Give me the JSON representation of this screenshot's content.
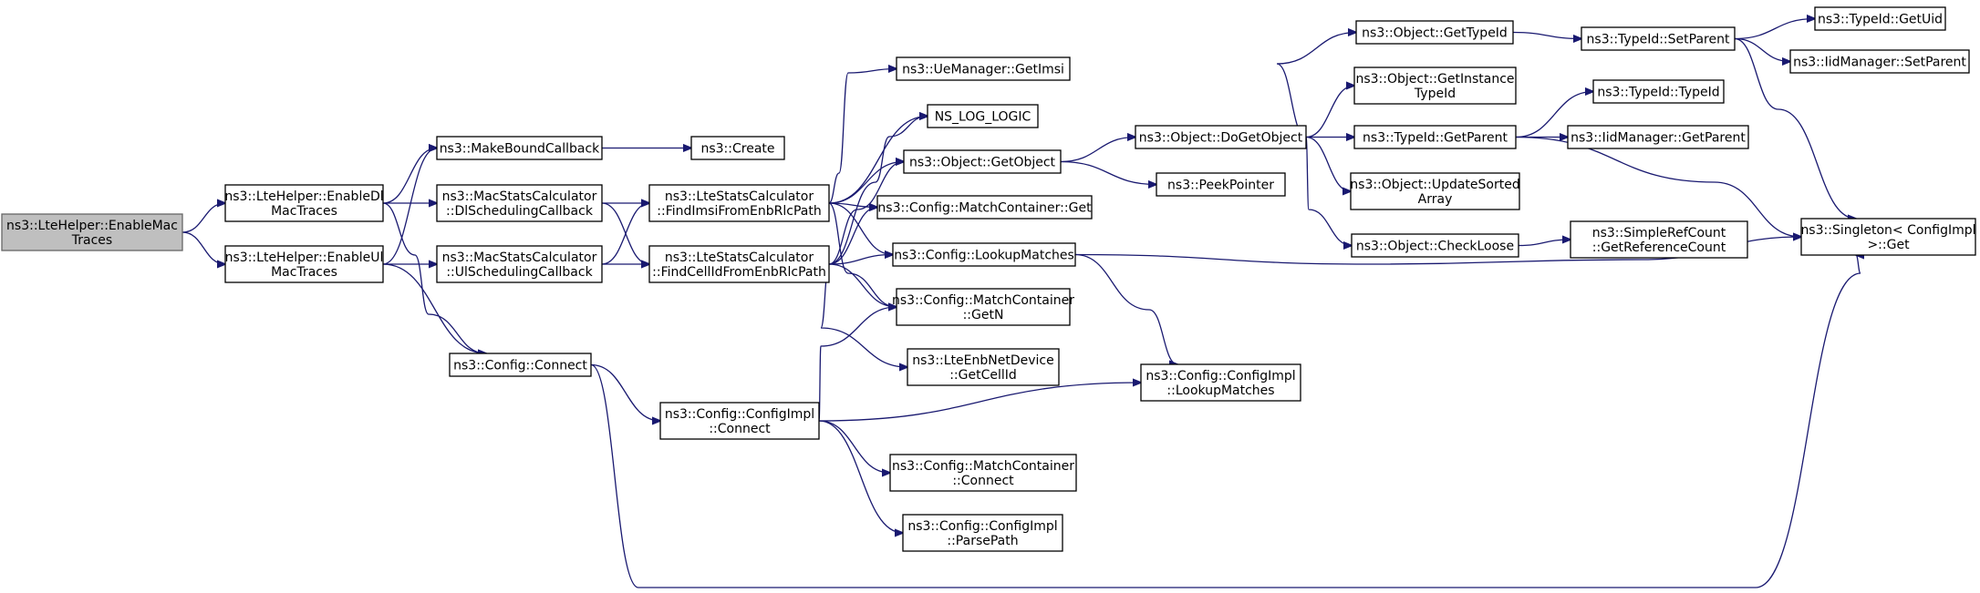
{
  "nodes": [
    {
      "id": "root",
      "lines": [
        "ns3::LteHelper::EnableMac",
        "Traces"
      ],
      "root": true
    },
    {
      "id": "dl",
      "lines": [
        "ns3::LteHelper::EnableDl",
        "MacTraces"
      ]
    },
    {
      "id": "ul",
      "lines": [
        "ns3::LteHelper::EnableUl",
        "MacTraces"
      ]
    },
    {
      "id": "mbc",
      "lines": [
        "ns3::MakeBoundCallback"
      ]
    },
    {
      "id": "create",
      "lines": [
        "ns3::Create"
      ]
    },
    {
      "id": "dlsched",
      "lines": [
        "ns3::MacStatsCalculator",
        "::DlSchedulingCallback"
      ]
    },
    {
      "id": "ulsched",
      "lines": [
        "ns3::MacStatsCalculator",
        "::UlSchedulingCallback"
      ]
    },
    {
      "id": "findimsi",
      "lines": [
        "ns3::LteStatsCalculator",
        "::FindImsiFromEnbRlcPath"
      ]
    },
    {
      "id": "findcell",
      "lines": [
        "ns3::LteStatsCalculator",
        "::FindCellIdFromEnbRlcPath"
      ]
    },
    {
      "id": "connect",
      "lines": [
        "ns3::Config::Connect"
      ]
    },
    {
      "id": "implconnect",
      "lines": [
        "ns3::Config::ConfigImpl",
        "::Connect"
      ]
    },
    {
      "id": "getimsi",
      "lines": [
        "ns3::UeManager::GetImsi"
      ]
    },
    {
      "id": "nslog",
      "lines": [
        "NS_LOG_LOGIC"
      ]
    },
    {
      "id": "getobject",
      "lines": [
        "ns3::Object::GetObject"
      ]
    },
    {
      "id": "mcget",
      "lines": [
        "ns3::Config::MatchContainer::Get"
      ]
    },
    {
      "id": "lookup",
      "lines": [
        "ns3::Config::LookupMatches"
      ]
    },
    {
      "id": "mcgetn",
      "lines": [
        "ns3::Config::MatchContainer",
        "::GetN"
      ]
    },
    {
      "id": "getcellid",
      "lines": [
        "ns3::LteEnbNetDevice",
        "::GetCellId"
      ]
    },
    {
      "id": "mcconnect",
      "lines": [
        "ns3::Config::MatchContainer",
        "::Connect"
      ]
    },
    {
      "id": "parsepath",
      "lines": [
        "ns3::Config::ConfigImpl",
        "::ParsePath"
      ]
    },
    {
      "id": "dogetobject",
      "lines": [
        "ns3::Object::DoGetObject"
      ]
    },
    {
      "id": "peek",
      "lines": [
        "ns3::PeekPointer"
      ]
    },
    {
      "id": "impllookup",
      "lines": [
        "ns3::Config::ConfigImpl",
        "::LookupMatches"
      ]
    },
    {
      "id": "gettypeid",
      "lines": [
        "ns3::Object::GetTypeId"
      ]
    },
    {
      "id": "getinsttid",
      "lines": [
        "ns3::Object::GetInstance",
        "TypeId"
      ]
    },
    {
      "id": "tidgetparent",
      "lines": [
        "ns3::TypeId::GetParent"
      ]
    },
    {
      "id": "updsorted",
      "lines": [
        "ns3::Object::UpdateSorted",
        "Array"
      ]
    },
    {
      "id": "checkloose",
      "lines": [
        "ns3::Object::CheckLoose"
      ]
    },
    {
      "id": "setparent",
      "lines": [
        "ns3::TypeId::SetParent"
      ]
    },
    {
      "id": "typeidctor",
      "lines": [
        "ns3::TypeId::TypeId"
      ]
    },
    {
      "id": "iidgetparent",
      "lines": [
        "ns3::IidManager::GetParent"
      ]
    },
    {
      "id": "refcount",
      "lines": [
        "ns3::SimpleRefCount",
        "::GetReferenceCount"
      ]
    },
    {
      "id": "getuid",
      "lines": [
        "ns3::TypeId::GetUid"
      ]
    },
    {
      "id": "iidsetparent",
      "lines": [
        "ns3::IidManager::SetParent"
      ]
    },
    {
      "id": "singleton",
      "lines": [
        "ns3::Singleton< ConfigImpl",
        " >::Get"
      ]
    }
  ],
  "edges": [
    {
      "from": "root",
      "to": "dl"
    },
    {
      "from": "root",
      "to": "ul"
    },
    {
      "from": "dl",
      "to": "mbc"
    },
    {
      "from": "dl",
      "to": "dlsched"
    },
    {
      "from": "dl",
      "to": "connect"
    },
    {
      "from": "ul",
      "to": "mbc"
    },
    {
      "from": "ul",
      "to": "ulsched"
    },
    {
      "from": "ul",
      "to": "connect"
    },
    {
      "from": "mbc",
      "to": "create"
    },
    {
      "from": "dlsched",
      "to": "findimsi"
    },
    {
      "from": "dlsched",
      "to": "findcell"
    },
    {
      "from": "ulsched",
      "to": "findimsi"
    },
    {
      "from": "ulsched",
      "to": "findcell"
    },
    {
      "from": "connect",
      "to": "implconnect"
    },
    {
      "from": "connect",
      "to": "singleton"
    },
    {
      "from": "findimsi",
      "to": "getimsi"
    },
    {
      "from": "findimsi",
      "to": "nslog"
    },
    {
      "from": "findimsi",
      "to": "getobject"
    },
    {
      "from": "findimsi",
      "to": "mcget"
    },
    {
      "from": "findimsi",
      "to": "lookup"
    },
    {
      "from": "findimsi",
      "to": "mcgetn"
    },
    {
      "from": "findcell",
      "to": "nslog"
    },
    {
      "from": "findcell",
      "to": "getobject"
    },
    {
      "from": "findcell",
      "to": "mcget"
    },
    {
      "from": "findcell",
      "to": "lookup"
    },
    {
      "from": "findcell",
      "to": "mcgetn"
    },
    {
      "from": "findcell",
      "to": "getcellid"
    },
    {
      "from": "implconnect",
      "to": "mcgetn"
    },
    {
      "from": "implconnect",
      "to": "impllookup"
    },
    {
      "from": "implconnect",
      "to": "mcconnect"
    },
    {
      "from": "implconnect",
      "to": "parsepath"
    },
    {
      "from": "getobject",
      "to": "dogetobject"
    },
    {
      "from": "getobject",
      "to": "peek"
    },
    {
      "from": "lookup",
      "to": "impllookup"
    },
    {
      "from": "lookup",
      "to": "singleton"
    },
    {
      "from": "dogetobject",
      "to": "gettypeid"
    },
    {
      "from": "dogetobject",
      "to": "getinsttid"
    },
    {
      "from": "dogetobject",
      "to": "tidgetparent"
    },
    {
      "from": "dogetobject",
      "to": "updsorted"
    },
    {
      "from": "dogetobject",
      "to": "checkloose"
    },
    {
      "from": "gettypeid",
      "to": "setparent"
    },
    {
      "from": "tidgetparent",
      "to": "typeidctor"
    },
    {
      "from": "tidgetparent",
      "to": "iidgetparent"
    },
    {
      "from": "tidgetparent",
      "to": "singleton"
    },
    {
      "from": "checkloose",
      "to": "refcount"
    },
    {
      "from": "setparent",
      "to": "getuid"
    },
    {
      "from": "setparent",
      "to": "iidsetparent"
    },
    {
      "from": "setparent",
      "to": "singleton"
    }
  ]
}
